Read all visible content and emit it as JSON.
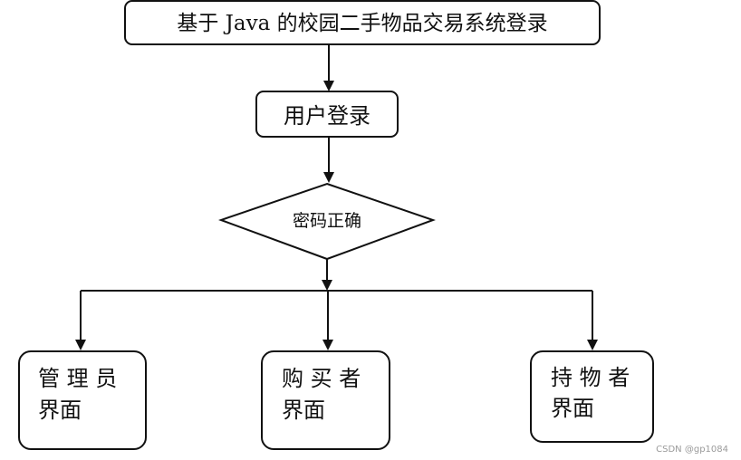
{
  "diagram": {
    "title_box": "基于 Java 的校园二手物品交易系统登录",
    "login_box": "用户登录",
    "decision": "密码正确",
    "roles": [
      {
        "line1": "管 理 员",
        "line2": "界面"
      },
      {
        "line1": "购 买 者",
        "line2": "界面"
      },
      {
        "line1": "持 物 者",
        "line2": "界面"
      }
    ]
  },
  "watermark": "CSDN @gp1084"
}
